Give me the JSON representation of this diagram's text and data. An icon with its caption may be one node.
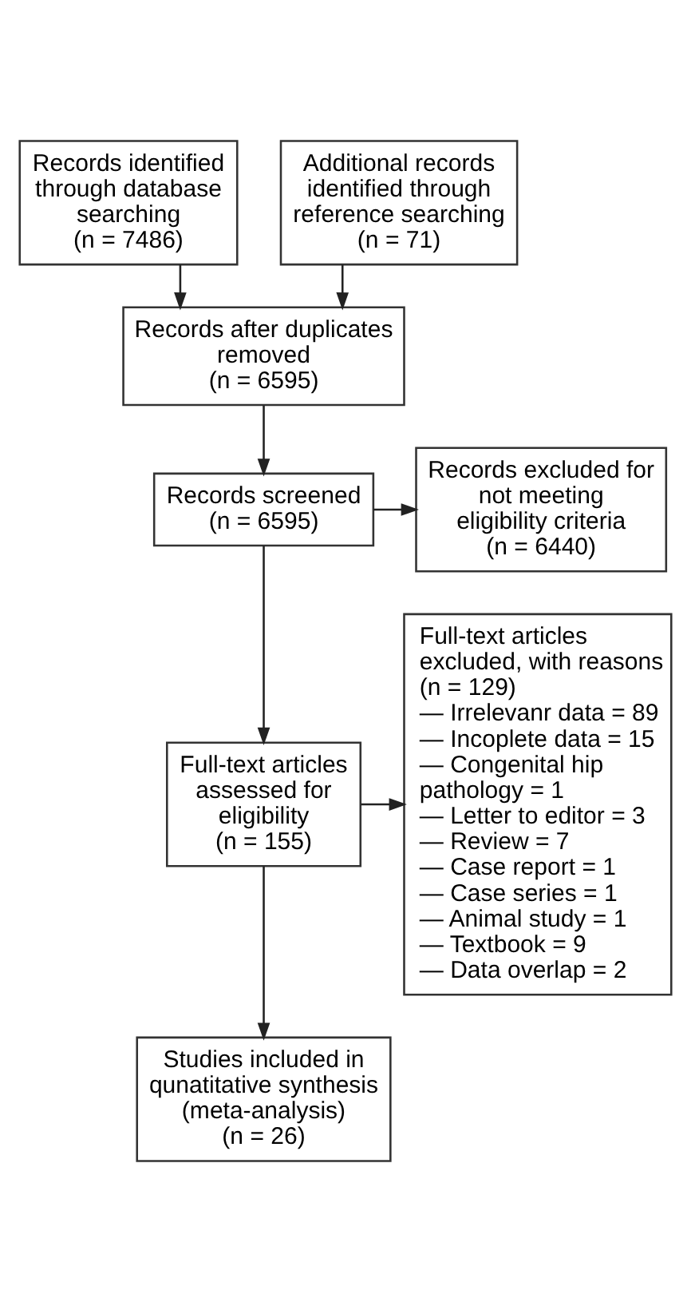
{
  "diagram": {
    "nodes": [
      {
        "text": [
          "Records identified through database searching",
          "(n = 7486)"
        ]
      },
      {
        "text": [
          "Additional records identified through reference searching",
          "(n = 71)"
        ]
      },
      {
        "text": [
          "Records after duplicates removed",
          "(n = 6595)"
        ]
      },
      {
        "text": [
          "Records screened",
          "(n = 6595)"
        ]
      },
      {
        "text": [
          "Records excluded for not meeting eligibility criteria",
          "(n = 6440)"
        ]
      },
      {
        "text": [
          "Full-text articles excluded, with reasons",
          "(n = 129)",
          "— Irrelevanr data = 89",
          "— Incoplete data = 15",
          "— Congenital hip pathology = 1",
          "— Letter to editor = 3",
          "— Review = 7",
          "— Case report = 1",
          "— Case series = 1",
          "— Animal study = 1",
          "— Textbook = 9",
          "— Data overlap = 2"
        ]
      },
      {
        "text": [
          "Full-text articles assessed for eligibility",
          "(n = 155)"
        ]
      },
      {
        "text": [
          "Studies included in qunatitative synthesis (meta-analysis)",
          "(n = 26)"
        ]
      }
    ],
    "edges": [
      {
        "from": 0,
        "to": 2,
        "arrow": "to"
      },
      {
        "from": 1,
        "to": 2,
        "arrow": "to"
      },
      {
        "from": 2,
        "to": 3,
        "arrow": "to"
      },
      {
        "from": 3,
        "to": 4,
        "arrow": "to"
      },
      {
        "from": 3,
        "to": 6,
        "arrow": "to"
      },
      {
        "from": 6,
        "to": 5,
        "arrow": "to"
      },
      {
        "from": 6,
        "to": 7,
        "arrow": "to"
      }
    ]
  }
}
